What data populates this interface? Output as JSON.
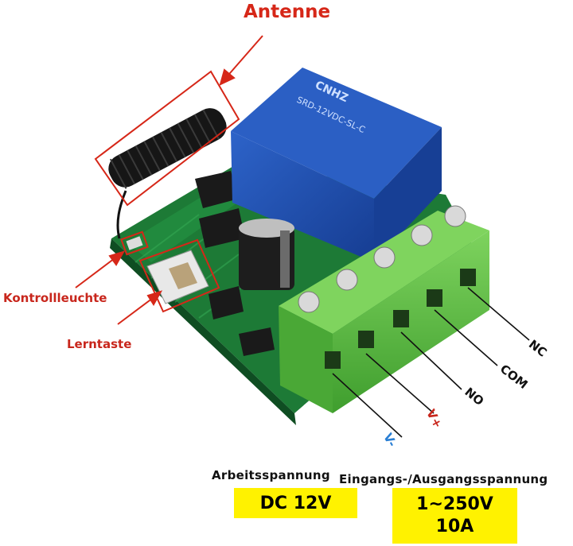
{
  "labels": {
    "antenna": "Antenne",
    "indicator": "Kontrollleuchte",
    "learn_button": "Lerntaste"
  },
  "terminals": {
    "v_minus": "V-",
    "v_plus": "V+",
    "no": "NO",
    "com": "COM",
    "nc": "NC"
  },
  "relay_marking": {
    "brand": "CNHZ",
    "model": "SRD-12VDC-SL-C"
  },
  "specs": {
    "working_voltage_caption": "Arbeitsspannung",
    "working_voltage_value": "DC 12V",
    "io_voltage_caption": "Eingangs-/Ausgangsspannung",
    "io_voltage_value": "1~250V",
    "io_current_value": "10A"
  },
  "colors": {
    "annotation_red": "#d62718",
    "pcb_green": "#1f8a3c",
    "terminal_green": "#5cc246",
    "relay_blue": "#1f4fb0",
    "highlight_yellow": "#fff200",
    "v_minus_blue": "#2a7fd4"
  }
}
